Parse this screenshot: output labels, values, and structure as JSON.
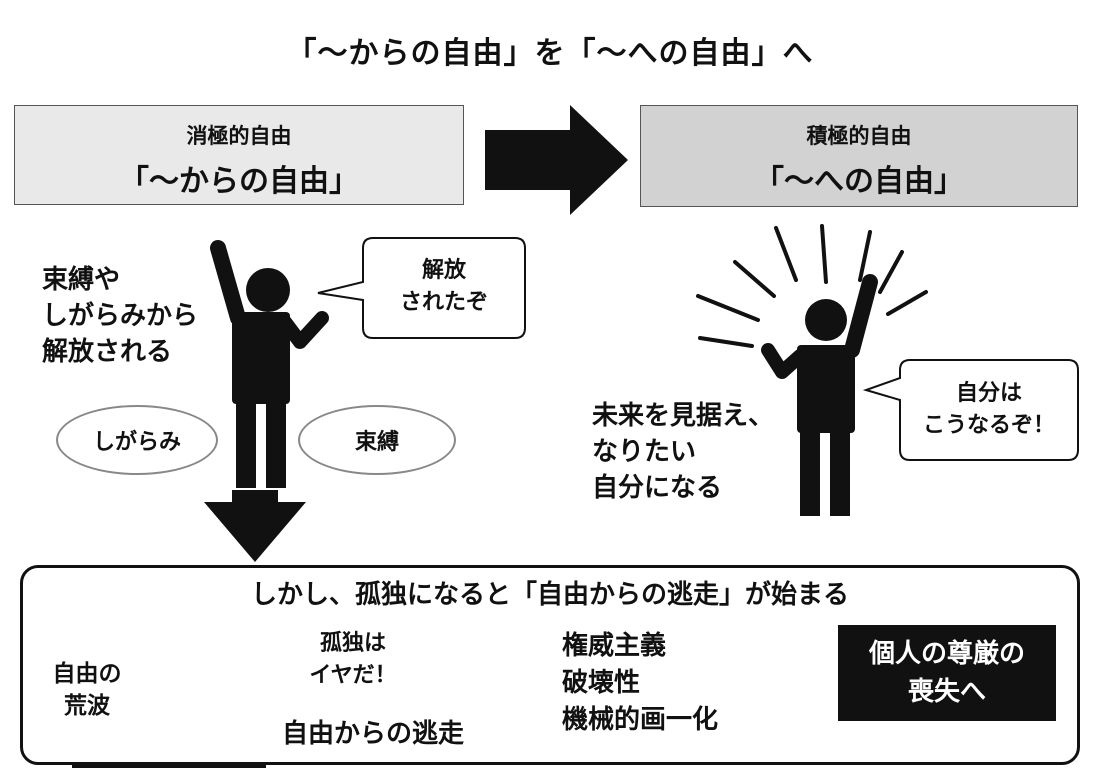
{
  "title": "「〜からの自由」を「〜への自由」へ",
  "left_box": {
    "sub": "消極的自由",
    "main": "「〜からの自由」"
  },
  "right_box": {
    "sub": "積極的自由",
    "main": "「〜への自由」"
  },
  "left_text": "束縛や\nしがらみから\n解放される",
  "left_bubble": "解放\nされたぞ",
  "ellipse_left": "しがらみ",
  "ellipse_right": "束縛",
  "right_text": "未来を見据え、\nなりたい\n自分になる",
  "right_bubble": "自分は\nこうなるぞ！",
  "bottom": {
    "heading": "しかし、孤独になると「自由からの逃走」が始まる",
    "wave_label": "自由の\n荒波",
    "runner_bubble": "孤独は\nイヤだ！",
    "escape_label": "自由からの逃走",
    "list": "権威主義\n破壊性\n機械的画一化",
    "result": "個人の尊厳の\n喪失へ"
  },
  "colors": {
    "left_box_bg": "#e9e9e9",
    "right_box_bg": "#d2d2d2",
    "ink": "#111111",
    "ellipse_border": "#888888"
  }
}
